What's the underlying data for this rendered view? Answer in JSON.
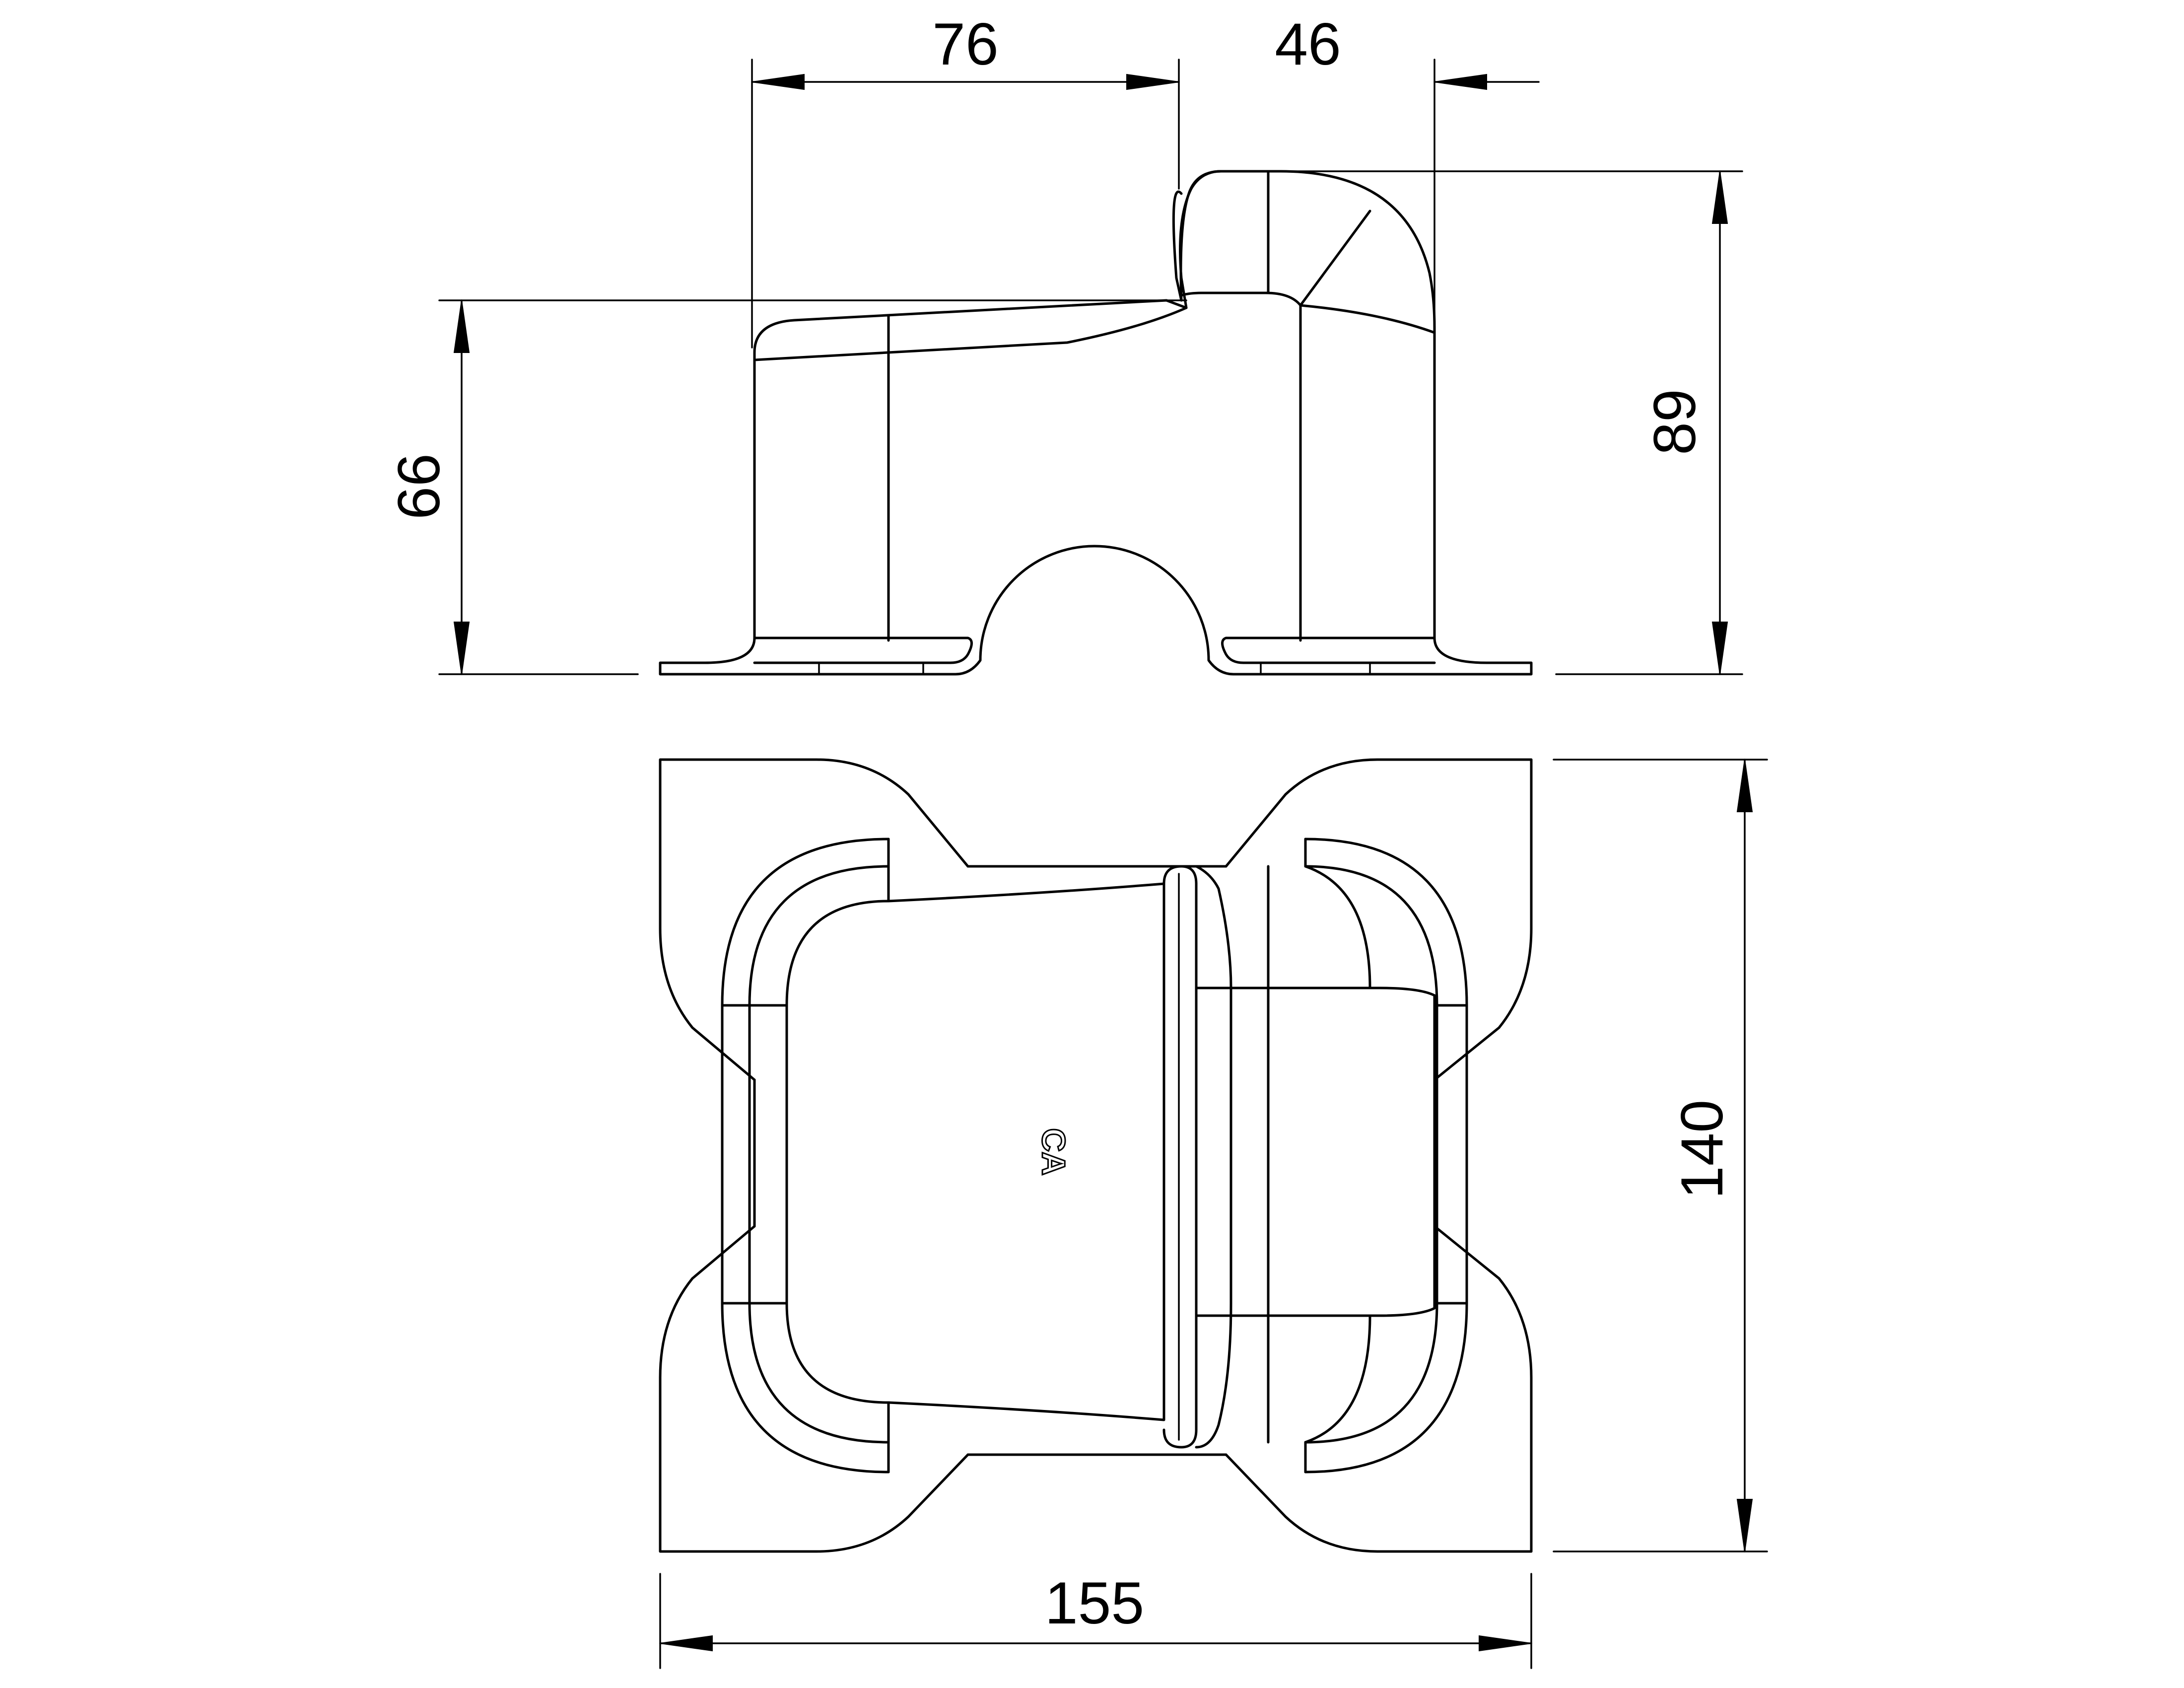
{
  "drawing": {
    "stroke_color": "#000000",
    "background_color": "#ffffff"
  },
  "dimensions": {
    "top_width_left": "76",
    "top_width_right": "46",
    "height_left": "66",
    "height_right": "89",
    "plan_depth": "140",
    "plan_width": "155"
  },
  "logo": {
    "text": "CA"
  }
}
